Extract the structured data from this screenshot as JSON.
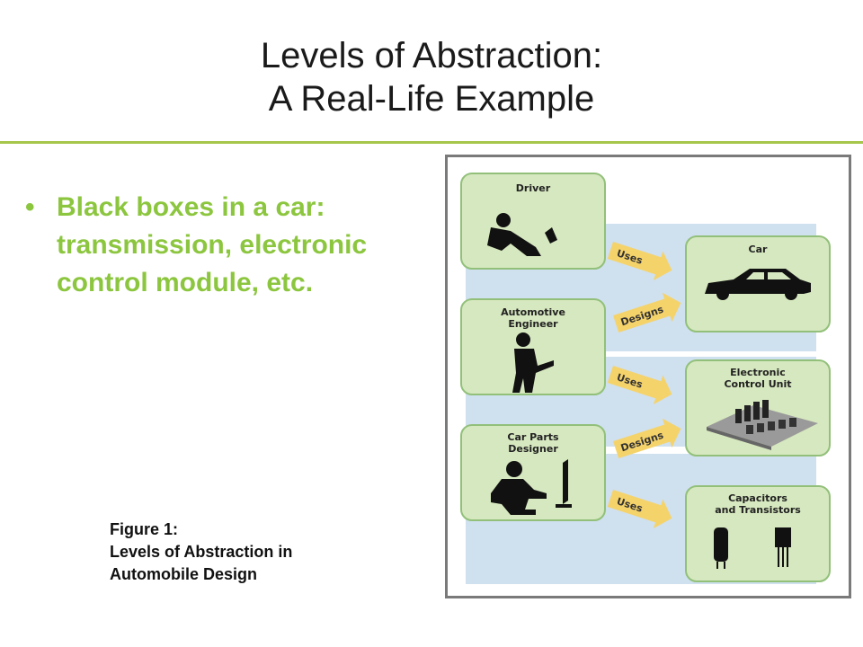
{
  "slide": {
    "title_line1": "Levels of Abstraction:",
    "title_line2": "A Real-Life Example",
    "bullet": "Black boxes in a car: transmission, electronic control module, etc.",
    "bullet_marker": "•",
    "caption_line1": "Figure 1:",
    "caption_line2": "Levels of Abstraction in",
    "caption_line3": "Automobile Design"
  },
  "figure": {
    "left_boxes": [
      {
        "line1": "Driver",
        "line2": ""
      },
      {
        "line1": "Automotive",
        "line2": "Engineer"
      },
      {
        "line1": "Car Parts",
        "line2": "Designer"
      }
    ],
    "right_boxes": [
      {
        "line1": "Car",
        "line2": ""
      },
      {
        "line1": "Electronic",
        "line2": "Control Unit"
      },
      {
        "line1": "Capacitors",
        "line2": "and Transistors"
      }
    ],
    "arrows": [
      "Uses",
      "Designs",
      "Uses",
      "Designs",
      "Uses"
    ],
    "colors": {
      "box_fill": "#d6e8bf",
      "box_stroke": "#92c07a",
      "band": "#cfe0ef",
      "arrow_fill": "#f5d36b",
      "frame": "#7a7a7a",
      "title_rule": "#a5c64a",
      "bullet_text": "#8cc63f"
    }
  }
}
